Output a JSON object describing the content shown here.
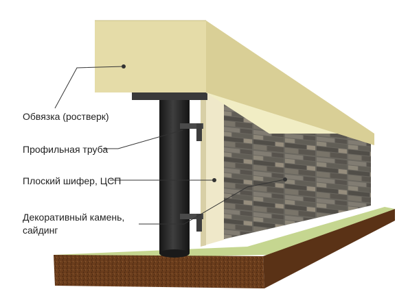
{
  "labels": {
    "binding": "Обвязка (ростверк)",
    "profile_pipe": "Профильная труба",
    "flat_slate": "Плоский шифер, ЦСП",
    "decorative_stone_line1": "Декоративный камень,",
    "decorative_stone_line2": "сайдинг"
  },
  "colors": {
    "beam_top": "#f1edc4",
    "beam_front": "#e5dca8",
    "pipe": "#2a2a2a",
    "board": "#efe8c9",
    "stone": "#6b6b62",
    "soil": "#6b3d1c",
    "grass": "#c5d690",
    "leader": "#333333"
  }
}
